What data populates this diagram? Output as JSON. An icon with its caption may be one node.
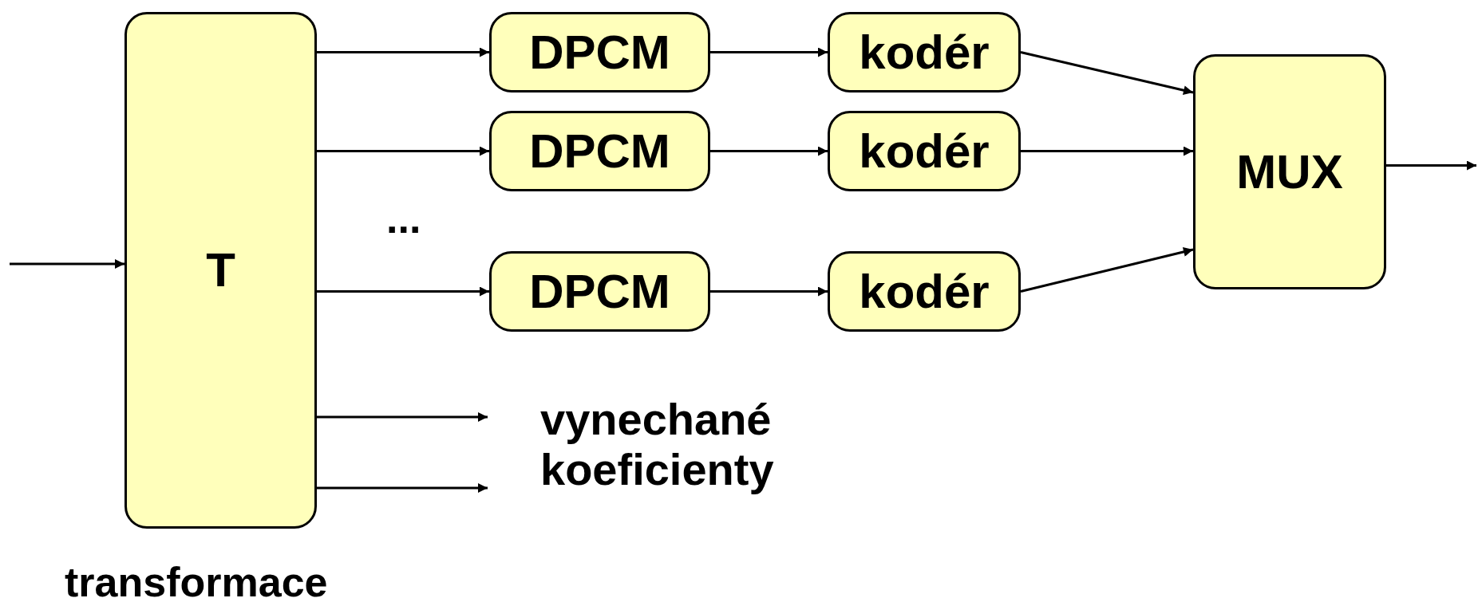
{
  "diagram": {
    "nodes": [
      {
        "text": [
          "T"
        ],
        "beside": [
          "transformace"
        ]
      },
      {
        "text": [
          "DPCM"
        ]
      },
      {
        "text": [
          "DPCM"
        ]
      },
      {
        "text": [
          "DPCM"
        ]
      },
      {
        "text": [
          "kodér"
        ]
      },
      {
        "text": [
          "kodér"
        ]
      },
      {
        "text": [
          "kodér"
        ]
      },
      {
        "text": [
          "MUX"
        ]
      },
      {
        "text": [
          "vynechané koeficienty"
        ]
      }
    ],
    "edges": [
      {
        "from": null,
        "to": 0,
        "arrow": "to"
      },
      {
        "from": 0,
        "to": 1,
        "arrow": "to"
      },
      {
        "from": 0,
        "to": 2,
        "arrow": "to"
      },
      {
        "from": 0,
        "to": 3,
        "arrow": "to"
      },
      {
        "from": 1,
        "to": 4,
        "arrow": "to"
      },
      {
        "from": 2,
        "to": 5,
        "arrow": "to"
      },
      {
        "from": 3,
        "to": 6,
        "arrow": "to"
      },
      {
        "from": 4,
        "to": 7,
        "arrow": "to"
      },
      {
        "from": 5,
        "to": 7,
        "arrow": "to"
      },
      {
        "from": 6,
        "to": 7,
        "arrow": "to"
      },
      {
        "from": 7,
        "to": null,
        "arrow": "to"
      },
      {
        "from": 0,
        "to": 8,
        "arrow": "to"
      },
      {
        "from": 0,
        "to": 8,
        "arrow": "to"
      }
    ],
    "labels": [
      "..."
    ]
  }
}
